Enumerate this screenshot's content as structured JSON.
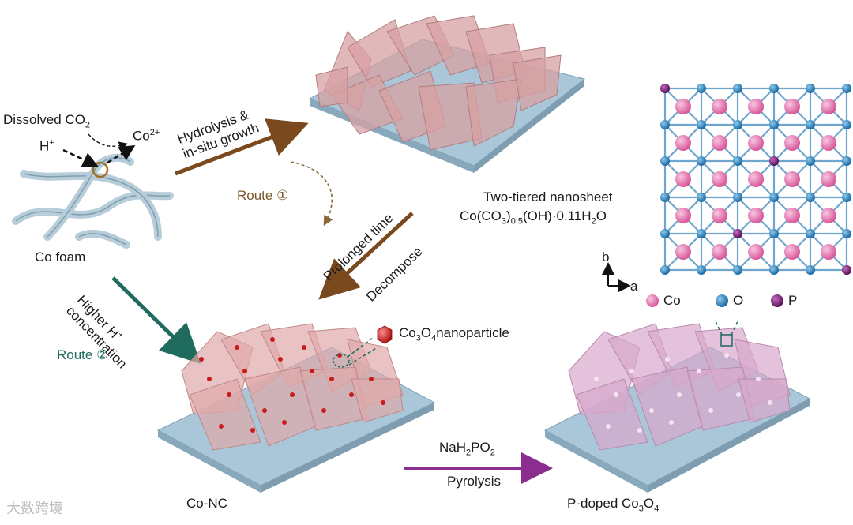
{
  "labels": {
    "dissolved_co2": "Dissolved CO",
    "dissolved_co2_sub": "2",
    "h_plus": "H",
    "h_plus_sup": "+",
    "co2plus": "Co",
    "co2plus_sup": "2+",
    "hydrolysis_line1": "Hydrolysis &",
    "hydrolysis_line2": "in-situ growth",
    "co_foam": "Co foam",
    "route1": "Route ①",
    "route2": "Route ②",
    "prolonged_time": "Prolonged time",
    "decompose": "Decompose",
    "higher_h_line1": "Higher H",
    "higher_h_sup": "+",
    "higher_h_line2": "concentration",
    "nanosheet_title": "Two-tiered nanosheet",
    "nanosheet_formula": "Co(CO3)0.5(OH)·0.11H2O",
    "co3o4_np_a": "Co",
    "co3o4_np_sub1": "3",
    "co3o4_np_b": "O",
    "co3o4_np_sub2": "4",
    "co3o4_np_c": "nanoparticle",
    "naH2po2_a": "NaH",
    "naH2po2_sub1": "2",
    "naH2po2_b": "PO",
    "naH2po2_sub2": "2",
    "pyrolysis": "Pyrolysis",
    "co_nc": "Co-NC",
    "p_doped_a": "P-doped Co",
    "p_doped_sub1": "3",
    "p_doped_b": "O",
    "p_doped_sub2": "4",
    "axis_b": "b",
    "axis_a": "a",
    "legend_co": "Co",
    "legend_o": "O",
    "legend_p": "P",
    "watermark": "大数跨境"
  },
  "colors": {
    "brown_arrow": "#7a4a1e",
    "teal_arrow": "#1f6b5e",
    "purple_arrow": "#8b2d8f",
    "substrate": "#a9c7d8",
    "sheet_pink": "#d7a0a3",
    "co_atom": "#e27fb3",
    "o_atom": "#2b88c4",
    "p_atom": "#7a2476"
  }
}
